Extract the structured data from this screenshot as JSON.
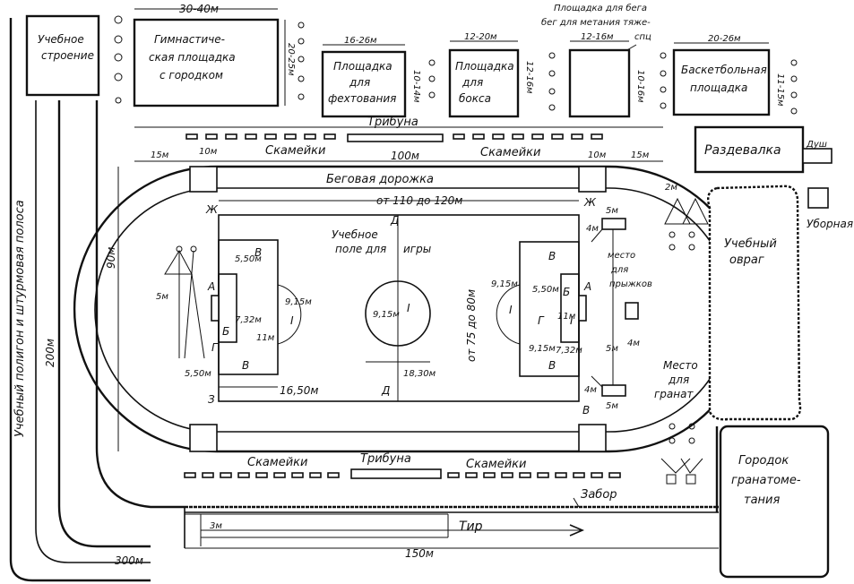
{
  "labels": {
    "training_building": [
      "Учебное",
      "строение"
    ],
    "gymnastics_area": [
      "Гимнастиче-",
      "ская площадка",
      "с городком"
    ],
    "fencing_area": [
      "Площадка",
      "для",
      "фехтования"
    ],
    "boxing_area": [
      "Площадка",
      "для",
      "бокса"
    ],
    "throwing_area_note": [
      "Площадка для бега",
      "бег для метания тяже-"
    ],
    "throwing_area_note2": "спц",
    "basketball_area": [
      "Баскетбольная",
      "площадка"
    ],
    "grandstand_top": "Трибуна",
    "benches_top_left": "Скамейки",
    "benches_top_right": "Скамейки",
    "locker_room": "Раздевалка",
    "shower": "Душ",
    "toilet": "Уборная",
    "running_track": "Беговая дорожка",
    "training_field": [
      "Учебное",
      "поле для",
      "игры"
    ],
    "training_ravine": [
      "Учебный",
      "овраг"
    ],
    "obstacle_course": "Учебный полигон и штурмовая полоса",
    "grenade_place": [
      "Место",
      "для",
      "гранат"
    ],
    "grenade_town": [
      "Городок",
      "гранатоме-",
      "тания"
    ],
    "benches_bottom_left": "Скамейки",
    "grandstand_bottom": "Трибуна",
    "benches_bottom_right": "Скамейки",
    "fence": "Забор",
    "shooting_range": "Тир",
    "jump_pits": [
      "место",
      "для",
      "прыжков"
    ]
  },
  "dimensions": {
    "gym_width": "30-40м",
    "gym_height": "20-25м",
    "fencing_width": "16-26м",
    "fencing_height": "10-14м",
    "boxing_width": "12-20м",
    "boxing_height": "12-16м",
    "throwing_width": "12-16м",
    "throwing_height": "10-16м",
    "basketball_width": "20-26м",
    "basketball_height": "11-15м",
    "gap_left": "15м",
    "end_left": "10м",
    "straight": "100м",
    "end_right": "10м",
    "gap_right": "15м",
    "field_length": "от 110 до 120м",
    "field_width": "от 75 до 80м",
    "oval_height": "90м",
    "circle_r1": "9,15м",
    "circle_r2": "9,15м",
    "penalty_r_left": "9,15м",
    "penalty_r_right": "9,15м",
    "penalty_depth": "16,50м",
    "center_half": "18,30м",
    "goal_area_left": "5,50м",
    "goal_area_left_b": "5,50м",
    "goal_area_width_left": "7,32м",
    "goal_area_width_right": "7,32м",
    "penalty_spot_left": "11м",
    "penalty_spot_right": "11м",
    "penalty_box_right": "5,50м",
    "jump_5m_left": "5м",
    "jump_5m_top": "5м",
    "jump_4m_top": "4м",
    "jump_5m_mid": "5м",
    "jump_4m_mid": "4м",
    "jump_4m_bottom": "4м",
    "jump_5m_bottom": "5м",
    "track_gap": "2м",
    "track_200": "200м",
    "track_300": "300м",
    "range_150": "150м",
    "range_3m": "3м"
  },
  "markers": {
    "zh_left": "Ж",
    "zh_right": "Ж",
    "d_top": "Д",
    "d_bottom": "Д",
    "a_left": "А",
    "a_right": "А",
    "b_left": "Б",
    "b_right": "Б",
    "v_left_top": "В",
    "v_left_bottom": "В",
    "v_right_top": "В",
    "v_right_bottom": "В",
    "v_far_right": "В",
    "g_left": "Г",
    "g_right": "Г",
    "z_left": "З",
    "i_center": "I",
    "i_right": "I",
    "i_left": "I",
    "i_left_b": "I"
  }
}
